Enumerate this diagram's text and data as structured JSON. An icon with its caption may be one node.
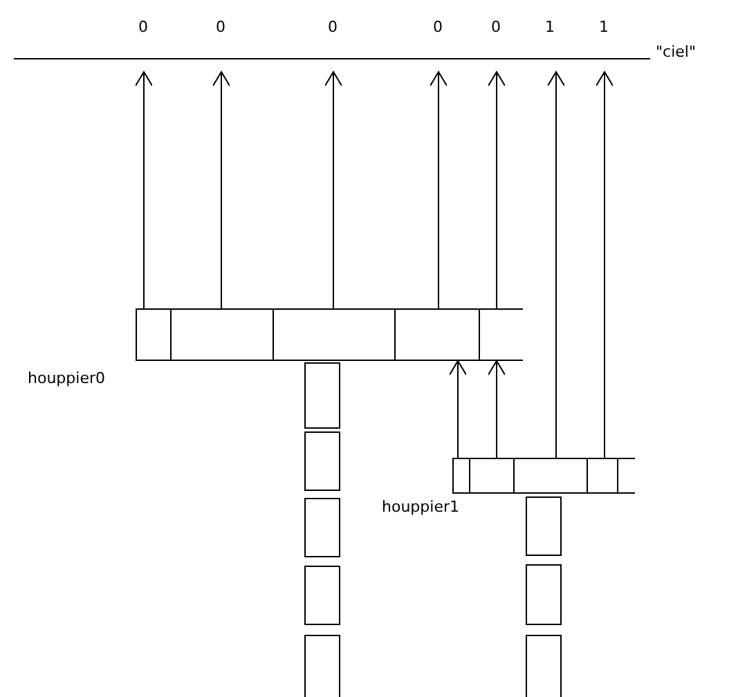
{
  "diagram": {
    "nodes": [
      {
        "text": [
          "\"ciel\""
        ]
      },
      {
        "text": [
          "houppier0"
        ]
      },
      {
        "text": [],
        "shape": "box",
        "in": 1
      },
      {
        "text": [],
        "shape": "box",
        "in": 1
      },
      {
        "text": [],
        "shape": "box",
        "in": 1
      },
      {
        "text": [],
        "shape": "box",
        "in": 1
      },
      {
        "text": [],
        "shape": "box",
        "in": 1
      },
      {
        "text": [
          "houppier1"
        ]
      },
      {
        "text": [],
        "shape": "box",
        "in": 7
      },
      {
        "text": [],
        "shape": "box",
        "in": 7
      },
      {
        "text": [],
        "shape": "box",
        "in": 7
      },
      {
        "text": [],
        "shape": "box",
        "in": 7
      },
      {
        "text": [],
        "shape": "box",
        "in": 7
      },
      {
        "text": [],
        "shape": "box"
      },
      {
        "text": [],
        "shape": "box"
      },
      {
        "text": [],
        "shape": "box"
      },
      {
        "text": [],
        "shape": "box"
      },
      {
        "text": [],
        "shape": "box"
      },
      {
        "text": [],
        "shape": "box"
      },
      {
        "text": [],
        "shape": "box"
      },
      {
        "text": [],
        "shape": "box"
      }
    ],
    "edges": [
      {
        "from": 2,
        "to": 0,
        "arrow": "to"
      },
      {
        "from": 3,
        "to": 0,
        "arrow": "to"
      },
      {
        "from": 4,
        "to": 0,
        "arrow": "to"
      },
      {
        "from": 5,
        "to": 0,
        "arrow": "to"
      },
      {
        "from": 6,
        "to": 0,
        "arrow": "to"
      },
      {
        "from": 8,
        "to": 5,
        "arrow": "to"
      },
      {
        "from": 9,
        "to": 6,
        "arrow": "to"
      },
      {
        "from": 10,
        "to": 0,
        "arrow": "to"
      },
      {
        "from": 11,
        "to": 0,
        "arrow": "to"
      }
    ],
    "labels": [
      "0",
      "0",
      "0",
      "0",
      "0",
      "1",
      "1"
    ]
  }
}
